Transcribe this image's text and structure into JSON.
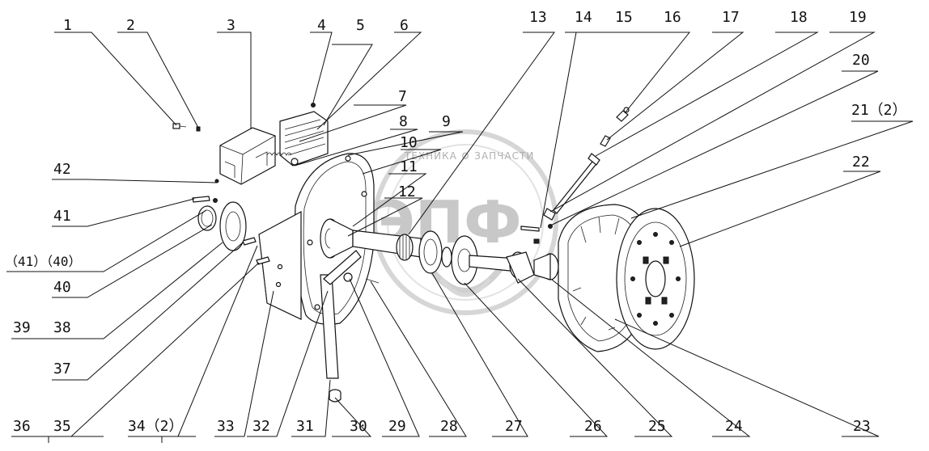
{
  "diagram": {
    "watermark": {
      "big": "ЭПФ",
      "ring_text": "ТЕХНИКА ⚙ ЗАПЧАСТИ"
    },
    "callouts": {
      "n1": "1",
      "n2": "2",
      "n3": "3",
      "n4": "4",
      "n5": "5",
      "n6": "6",
      "n7": "7",
      "n8": "8",
      "n9": "9",
      "n10": "10",
      "n11": "11",
      "n12": "12",
      "n13": "13",
      "n14": "14",
      "n15": "15",
      "n16": "16",
      "n17": "17",
      "n18": "18",
      "n19": "19",
      "n20": "20",
      "n21": "21（2）",
      "n22": "22",
      "n23": "23",
      "n24": "24",
      "n25": "25",
      "n26": "26",
      "n27": "27",
      "n28": "28",
      "n29": "29",
      "n30": "30",
      "n31": "31",
      "n32": "32",
      "n33": "33",
      "n34": "34（2）",
      "n35": "35",
      "n36": "36",
      "n37": "37",
      "n38": "38",
      "n39": "39",
      "n40": "40",
      "n41": "41",
      "n41_40": "（41）（40）",
      "n42": "42"
    }
  }
}
